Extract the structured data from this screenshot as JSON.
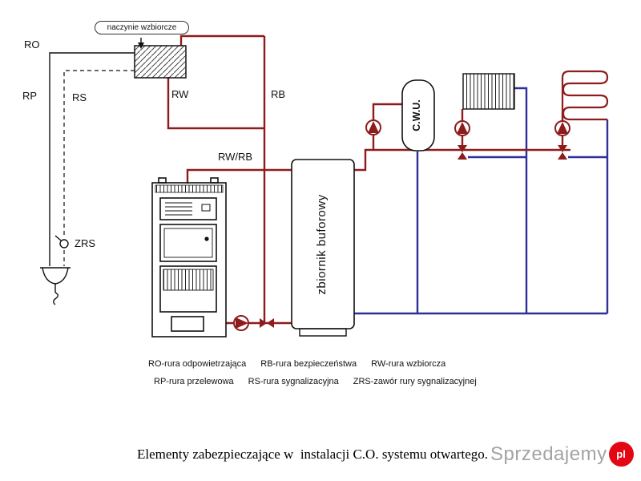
{
  "colors": {
    "pipe_hot": "#8e1c1c",
    "pipe_cold": "#2f2f9b",
    "outline": "#111111",
    "watermark_gray": "#a3a3a3",
    "watermark_red": "#e30613"
  },
  "labels": {
    "ro": "RO",
    "rp": "RP",
    "rs": "RS",
    "rw": "RW",
    "rb": "RB",
    "rw_rb": "RW/RB",
    "zrs": "ZRS",
    "expansion_vessel": "naczynie wzbiorcze",
    "buffer_tank": "zbiornik buforowy",
    "dhw_tank": "C.W.U."
  },
  "legend": {
    "line1": [
      "RO-rura odpowietrzająca",
      "RB-rura bezpieczeństwa",
      "RW-rura wzbiorcza"
    ],
    "line2": [
      "RP-rura przelewowa",
      "RS-rura sygnalizacyjna",
      "ZRS-zawór rury sygnalizacyjnej"
    ]
  },
  "caption": "Elementy zabezpieczające w  instalacji C.O. systemu otwartego.",
  "watermark": {
    "name": "Sprzedajemy",
    "tld": "pl"
  }
}
